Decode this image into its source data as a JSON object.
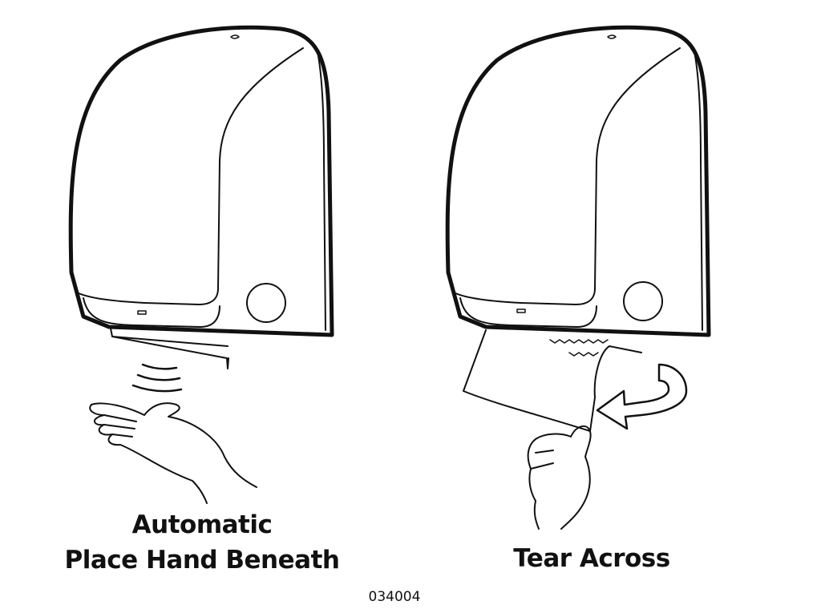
{
  "panels": [
    {
      "title_line1": "Automatic",
      "title_line2": "Place Hand Beneath"
    },
    {
      "title_line1": "Tear Across"
    }
  ],
  "figure_code": "034004",
  "colors": {
    "line": "#111111",
    "background": "#ffffff"
  }
}
